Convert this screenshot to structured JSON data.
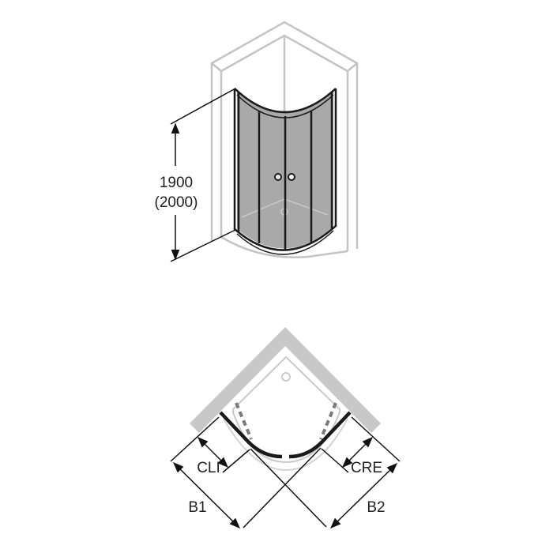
{
  "elevation": {
    "height_label": "1900",
    "height_alt_label": "(2000)"
  },
  "plan": {
    "cli_label": "CLI",
    "cre_label": "CRE",
    "b1_label": "B1",
    "b2_label": "B2"
  },
  "colors": {
    "wall": "#c8c8c8",
    "glass": "#a9a9a9",
    "frame": "#1a1a1a",
    "dimension": "#111111"
  }
}
